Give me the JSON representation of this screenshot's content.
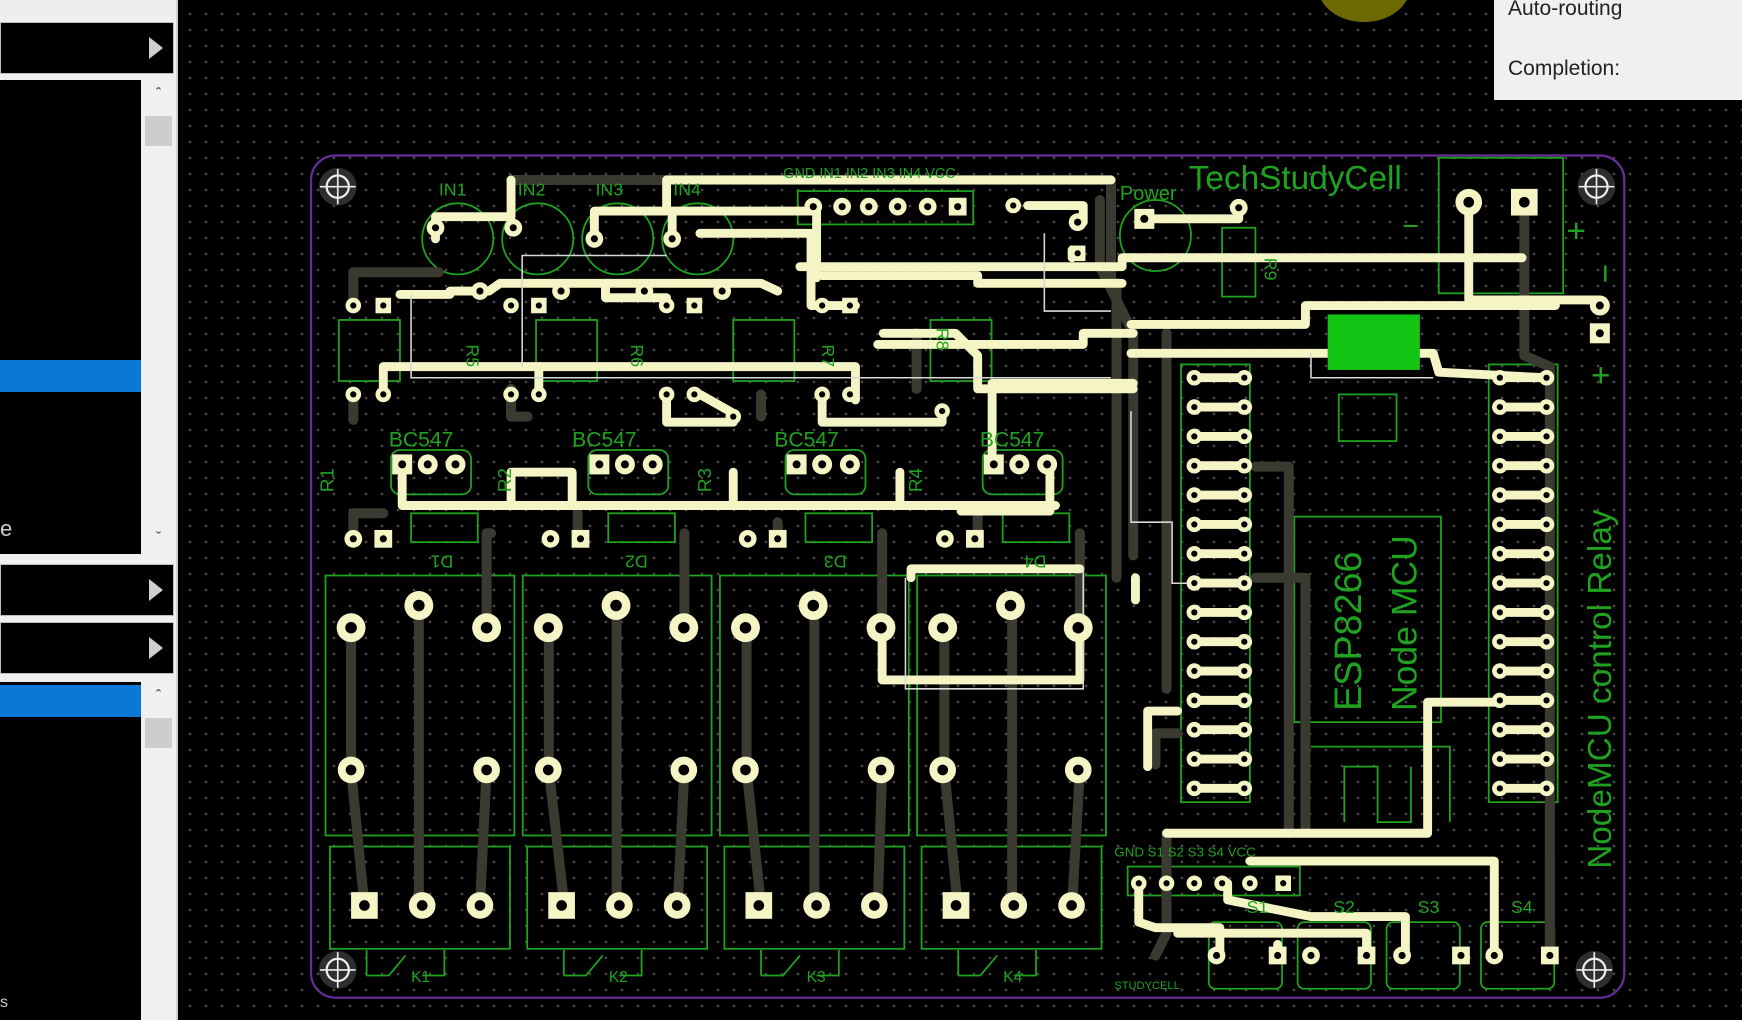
{
  "left_panel": {
    "partial_item_text": "e",
    "partial_bottom_text": "s"
  },
  "dialog": {
    "title": "Auto-routing",
    "completion_label": "Completion:"
  },
  "board": {
    "brand": "TechStudyCell",
    "title": "NodeMCU control Relay",
    "module_line1": "ESP8266",
    "module_line2": "Node MCU",
    "power_led": "Power",
    "input_header": "GND IN1 IN2 IN3 IN4 VCC",
    "switch_header": "GND S1 S2 S3 S4 VCC",
    "leds": [
      "IN1",
      "IN2",
      "IN3",
      "IN4"
    ],
    "transistors": [
      "BC547",
      "BC547",
      "BC547",
      "BC547"
    ],
    "resistors": [
      "R1",
      "R2",
      "R3",
      "R4",
      "R5",
      "R6",
      "R7",
      "R8",
      "R9"
    ],
    "diodes": [
      "D1",
      "D2",
      "D3",
      "D4"
    ],
    "relays": [
      "K1",
      "K2",
      "K3",
      "K4"
    ],
    "switches": [
      "S1",
      "S2",
      "S3",
      "S4"
    ],
    "logo_text": "STUDYCELL",
    "polarity": {
      "plus": "+",
      "minus": "−"
    },
    "colors": {
      "top_copper": "#f4f4c4",
      "bottom_copper": "#3a3a30",
      "silkscreen": "#1fa31f",
      "outline": "#6a2c9a",
      "pour": "#14c414"
    }
  }
}
